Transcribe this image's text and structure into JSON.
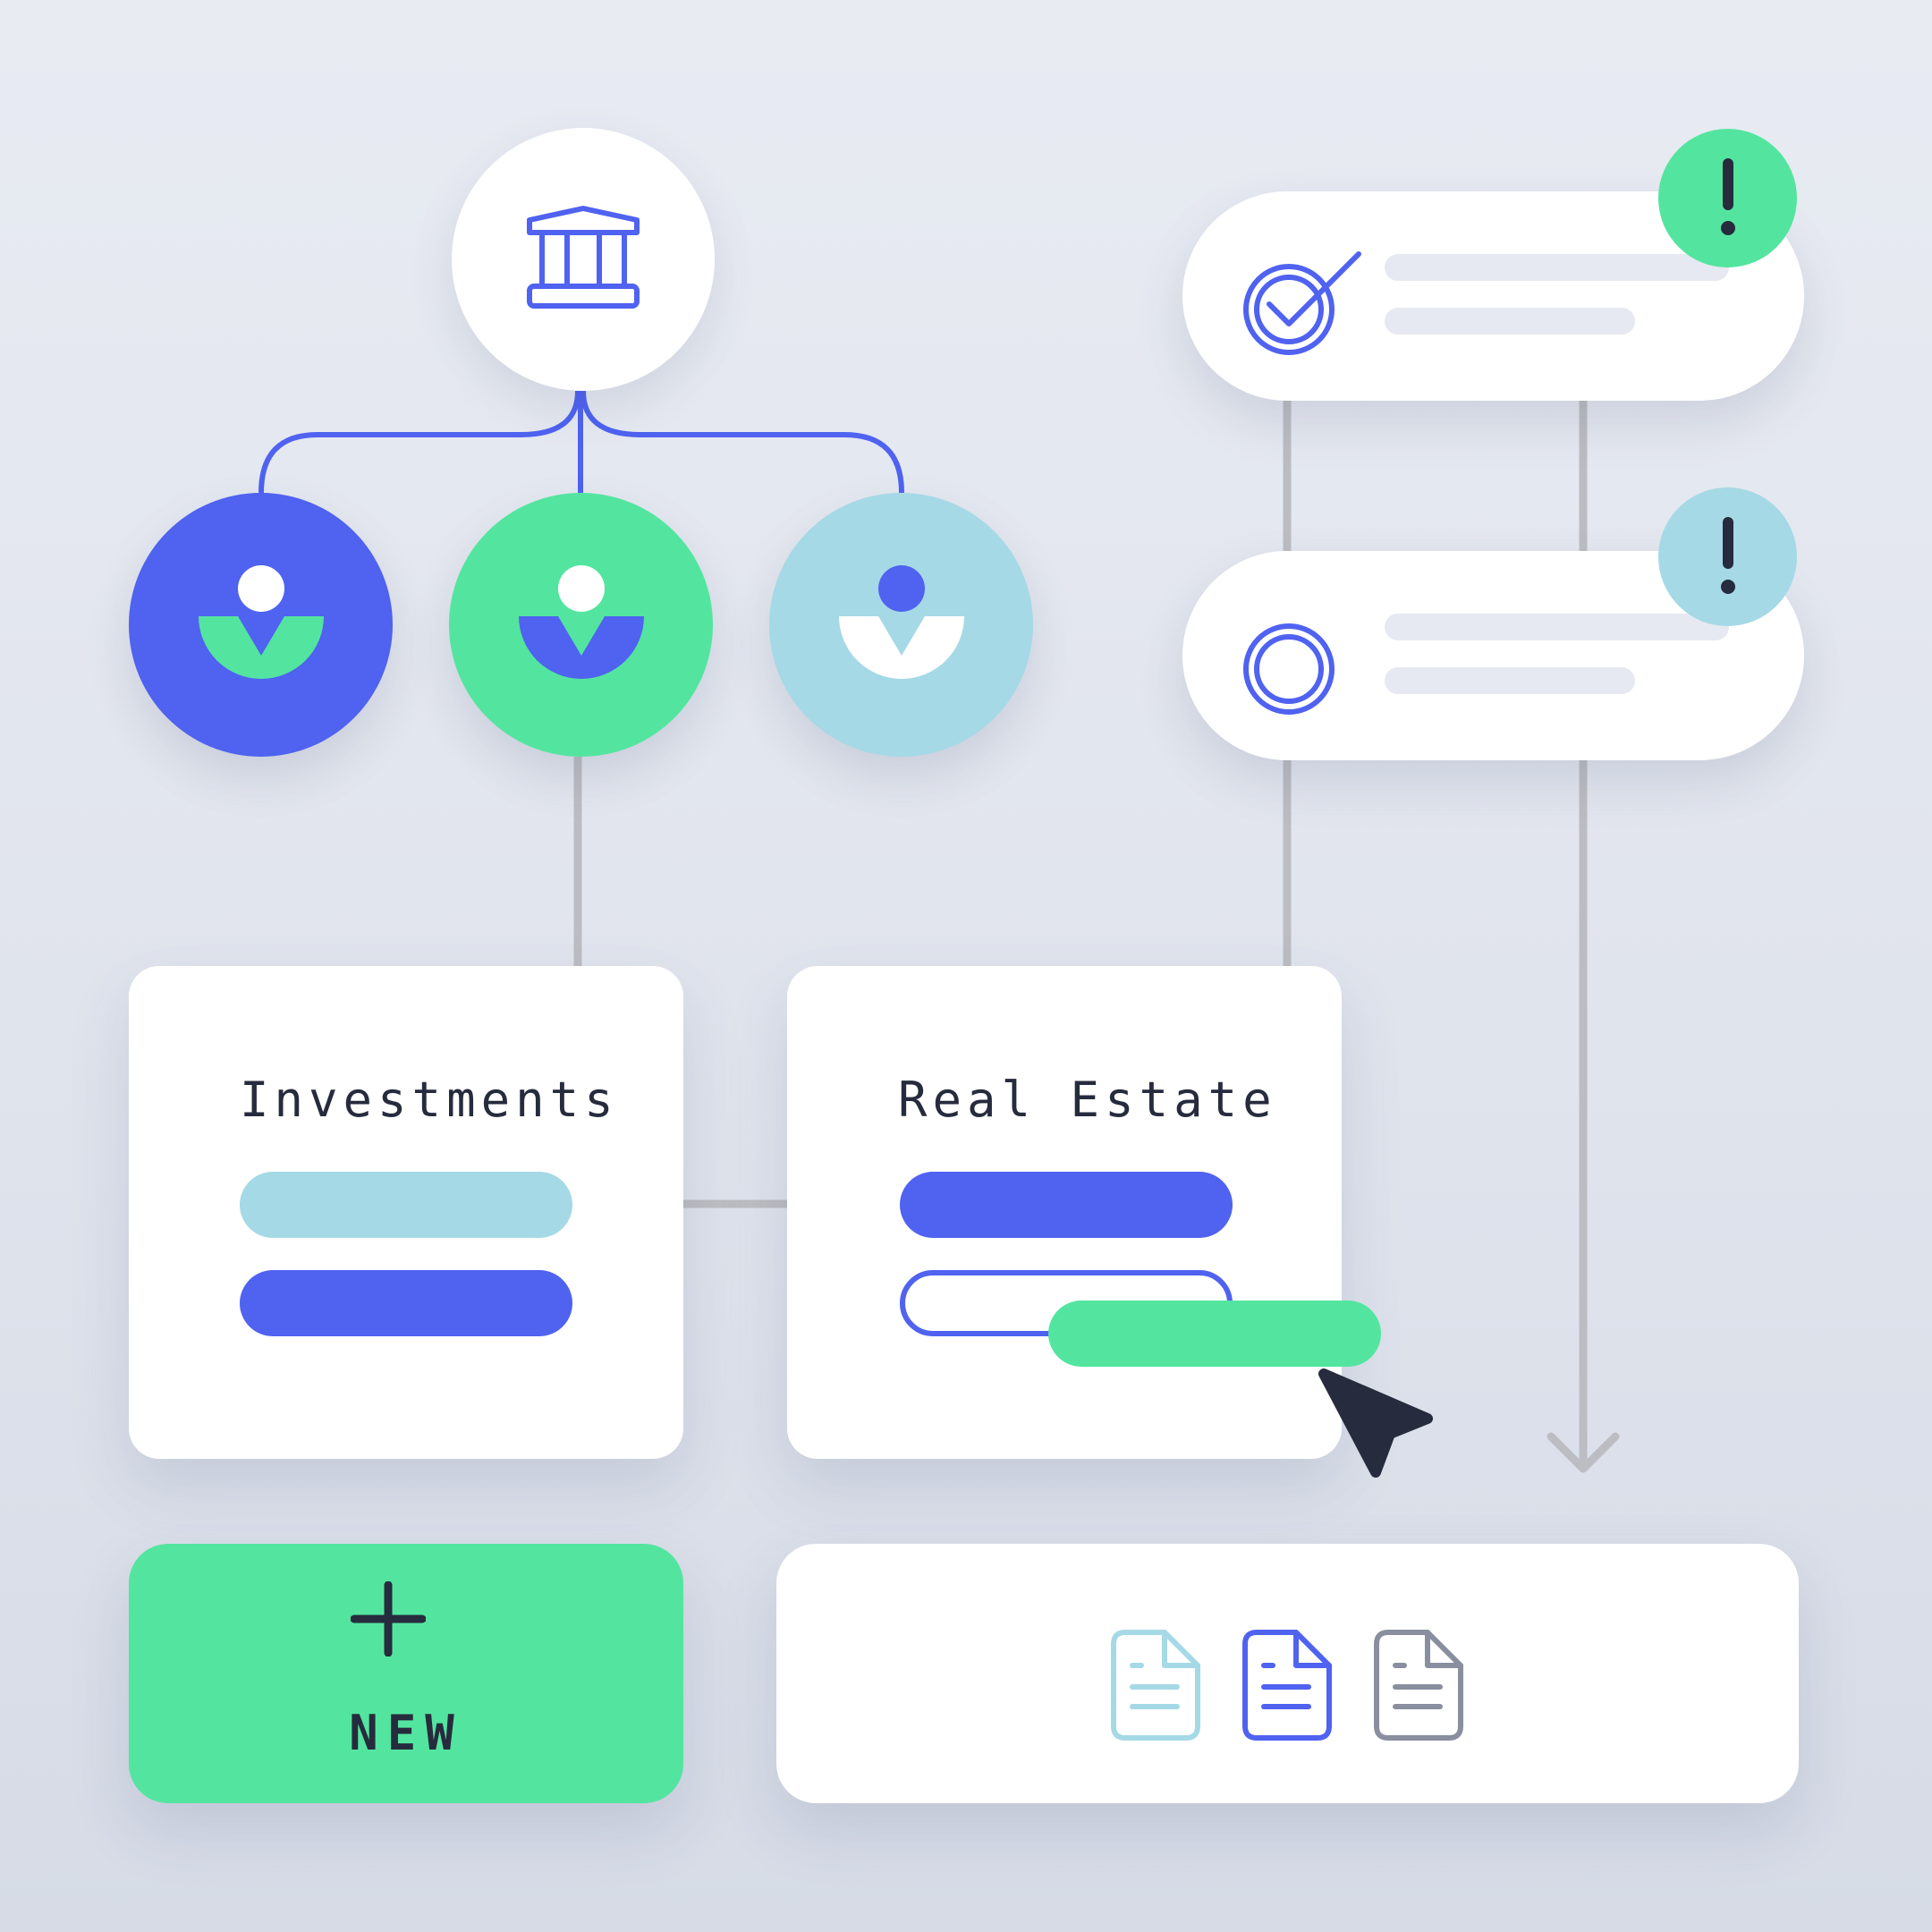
{
  "colors": {
    "background": "#e6e9f1",
    "blue": "#4f62f0",
    "green": "#53e59f",
    "light_blue": "#a5d9e6",
    "dark": "#262b3d",
    "gray_line": "#bcbdc2",
    "gray_doc": "#8a8f9f",
    "white": "#ffffff"
  },
  "hierarchy": {
    "root": {
      "icon": "bank-icon"
    },
    "members": [
      {
        "icon": "person-icon",
        "color": "blue"
      },
      {
        "icon": "person-icon",
        "color": "green"
      },
      {
        "icon": "person-icon",
        "color": "light_blue"
      }
    ]
  },
  "tasks": [
    {
      "status": "checked",
      "status_icon": "check-circle-icon",
      "alert_icon": "exclamation-icon",
      "alert_color": "green"
    },
    {
      "status": "unchecked",
      "status_icon": "empty-circle-icon",
      "alert_icon": "exclamation-icon",
      "alert_color": "light_blue"
    }
  ],
  "cards": {
    "investments": {
      "title": "Investments"
    },
    "real_estate": {
      "title": "Real Estate"
    }
  },
  "new_button": {
    "label": "NEW",
    "icon": "plus-icon"
  },
  "documents": [
    {
      "icon": "document-icon",
      "color": "light_blue"
    },
    {
      "icon": "document-icon",
      "color": "blue"
    },
    {
      "icon": "document-icon",
      "color": "gray_doc"
    }
  ],
  "cursor": {
    "icon": "cursor-arrow-icon"
  }
}
